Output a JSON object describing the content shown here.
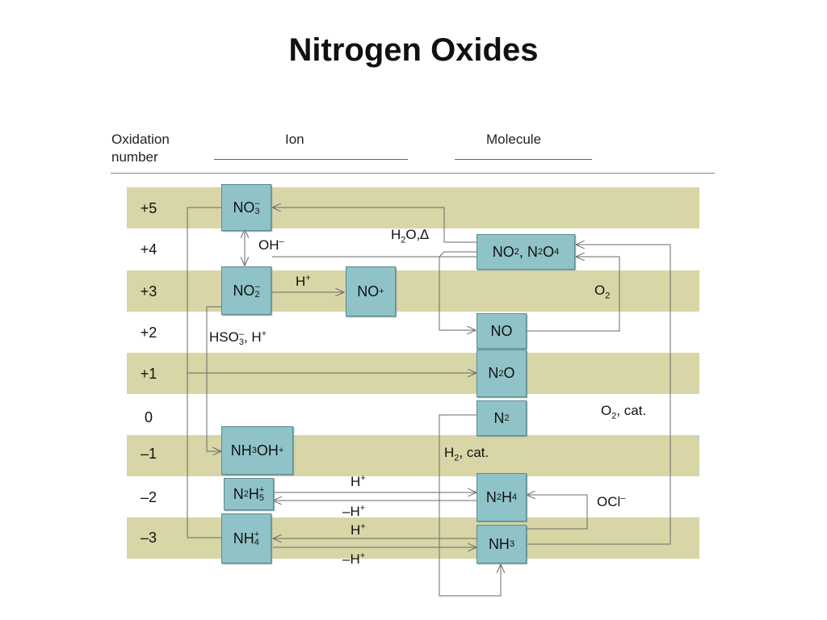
{
  "title": "Nitrogen Oxides",
  "headers": {
    "oxidation": "Oxidation",
    "number": "number",
    "ion": "Ion",
    "molecule": "Molecule"
  },
  "oxidation_numbers": [
    "+5",
    "+4",
    "+3",
    "+2",
    "+1",
    "0",
    "–1",
    "–2",
    "–3"
  ],
  "species": {
    "no3": {
      "base": "NO",
      "sub": "3",
      "sup": "–"
    },
    "no2_ion": {
      "base": "NO",
      "sub": "2",
      "sup": "–"
    },
    "no_plus": {
      "base": "NO",
      "sup": "+"
    },
    "no2_n2o4": {
      "a": "NO",
      "a_sub": "2",
      "sep": ", N",
      "b_sub1": "2",
      "b": "O",
      "b_sub2": "4"
    },
    "no": "NO",
    "n2o": {
      "a": "N",
      "a_sub": "2",
      "b": "O"
    },
    "n2": {
      "a": "N",
      "a_sub": "2"
    },
    "nh3oh": {
      "a": "NH",
      "a_sub": "3",
      "b": "OH",
      "b_sup": "+"
    },
    "n2h5": {
      "a": "N",
      "a_sub": "2",
      "b": "H",
      "b_sup": "+",
      "b_sub": "5"
    },
    "n2h4": {
      "a": "N",
      "a_sub": "2",
      "b": "H",
      "b_sub": "4"
    },
    "nh4": {
      "a": "NH",
      "sup": "+",
      "sub": "4"
    },
    "nh3": {
      "a": "NH",
      "a_sub": "3"
    }
  },
  "labels": {
    "oh": {
      "text": "OH",
      "sup": "–"
    },
    "h_plus": {
      "text": "H",
      "sup": "+"
    },
    "h2o_heat": {
      "a": "H",
      "sub": "2",
      "b": "O,∆"
    },
    "o2": {
      "text": "O",
      "sub": "2"
    },
    "hso3": {
      "a": "HSO",
      "sub": "3",
      "sup": "–",
      "b": ", H",
      "b_sup": "+"
    },
    "o2_cat": {
      "text": "O",
      "sub": "2",
      "tail": ", cat."
    },
    "h2_cat": {
      "text": "H",
      "sub": "2",
      "tail": ", cat."
    },
    "ocl": {
      "text": "OCl",
      "sup": "–"
    },
    "h_plus_2": {
      "text": "H",
      "sup": "+"
    },
    "minus_h_plus_2": {
      "text": "–H",
      "sup": "+"
    },
    "h_plus_3": {
      "text": "H",
      "sup": "+"
    },
    "minus_h_plus_3": {
      "text": "–H",
      "sup": "+"
    }
  },
  "colors": {
    "band": "#d8d5a6",
    "box": "#8fc3c8",
    "line": "#6a6a6a"
  }
}
